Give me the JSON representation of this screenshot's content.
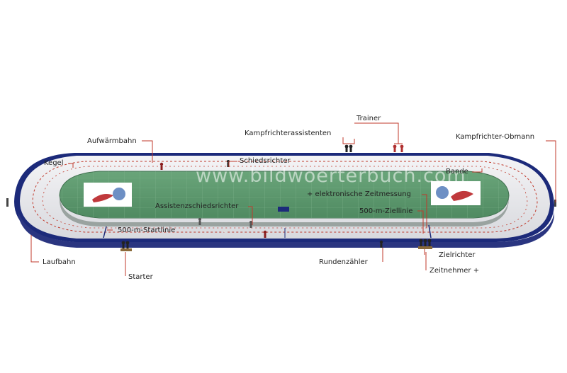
{
  "watermark": "www.bildwoerterbuch.com",
  "labels": {
    "trainer": "Trainer",
    "kampfrichterassistenten": "Kampfrichterassistenten",
    "aufwaermbahn": "Aufwärmbahn",
    "kampfrichter_obmann": "Kampfrichter-Obmann",
    "kegel": "Kegel",
    "schiedsrichter": "Schiedsrichter",
    "bande": "Bande",
    "zeitmessung": "+ elektronische Zeitmessung",
    "assistenzschiedsrichter": "Assistenzschiedsrichter",
    "ziellinie": "500-m-Ziellinie",
    "startlinie": "500-m-Startlinie",
    "laufbahn": "Laufbahn",
    "rundenzaehler": "Rundenzähler",
    "zielrichter": "Zielrichter",
    "zeitnehmer": "Zeitnehmer +",
    "starter": "Starter"
  },
  "colors": {
    "rink_border": "#1c2a7a",
    "track": "#e9e9ec",
    "infield": "#5e9a6f",
    "lane_line": "#c0392b",
    "leader_line": "#c0392b"
  }
}
